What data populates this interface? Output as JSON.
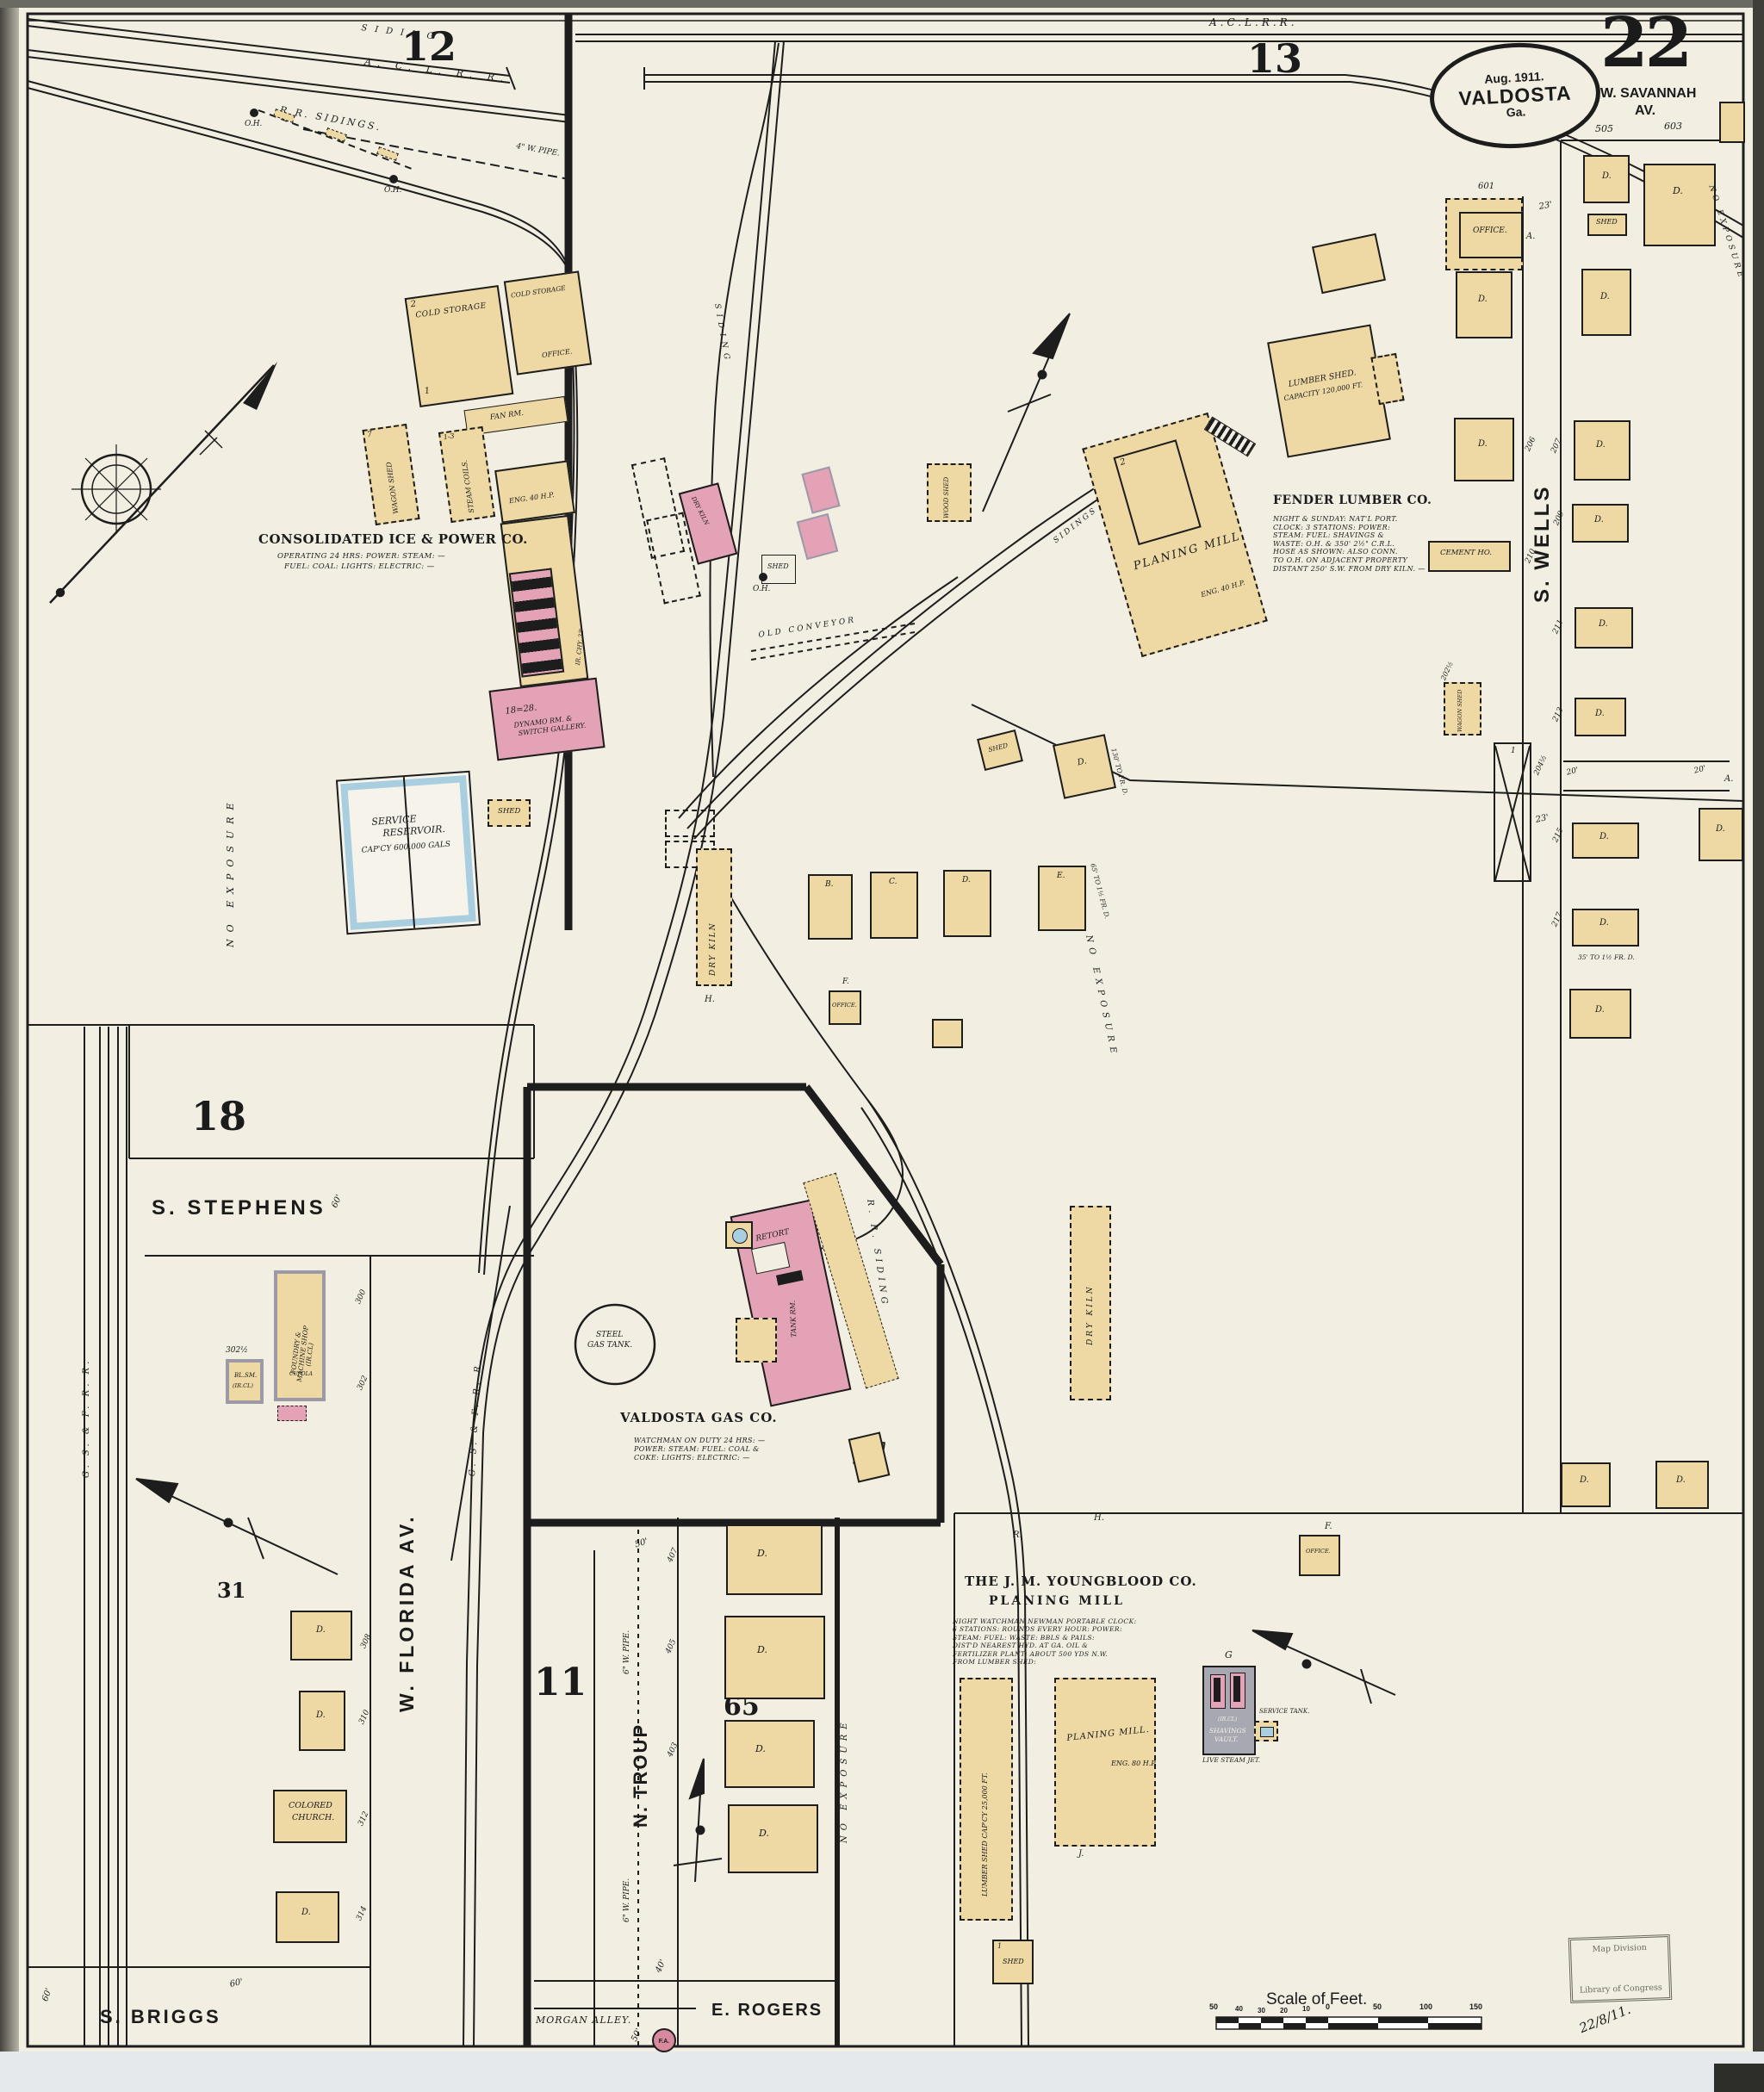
{
  "sheet": {
    "number": "22",
    "date": "Aug. 1911.",
    "city": "VALDOSTA",
    "state": "Ga."
  },
  "panels": {
    "p11": "11",
    "p12": "12",
    "p13": "13",
    "p18": "18",
    "p31": "31",
    "p65": "65"
  },
  "streets": {
    "wSavannah1": "W. SAVANNAH",
    "wSavannah2": "AV.",
    "sWells": "S. WELLS",
    "sStephens": "S. STEPHENS",
    "wFlorida": "W. FLORIDA  AV.",
    "nTroup": "N. TROUP",
    "sBriggs": "S. BRIGGS",
    "eRogers": "E. ROGERS",
    "morganAlley": "MORGAN ALLEY."
  },
  "railroads": {
    "aclTop": "A.C.L.R.R.",
    "aclLeft": "A. C. L. R. R.",
    "siding": "SIDING",
    "sidingsDiag": "S I D I N G S",
    "rrSidings": "R.R. SIDINGS.",
    "rrSiding": "R. R. SIDING",
    "gsf": "G. S. & F. R. R.",
    "oldConveyor": "OLD CONVEYOR"
  },
  "biz": {
    "ice": {
      "name": "CONSOLIDATED ICE & POWER CO.",
      "notes": [
        "OPERATING 24 HRS: POWER: STEAM: —",
        "FUEL: COAL: LIGHTS: ELECTRIC: —"
      ]
    },
    "fender": {
      "name": "FENDER LUMBER CO.",
      "notes": [
        "NIGHT & SUNDAY: NAT'L PORT.",
        "CLOCK: 3 STATIONS: POWER:",
        "STEAM: FUEL: SHAVINGS &",
        "WASTE: O.H. & 350' 2½\" C.R.L.",
        "HOSE AS SHOWN: ALSO CONN.",
        "TO O.H. ON ADJACENT PROPERTY",
        "DISTANT 250' S.W. FROM DRY KILN. —"
      ]
    },
    "gas": {
      "name": "VALDOSTA  GAS  CO.",
      "notes": [
        "WATCHMAN ON DUTY 24 HRS: —",
        "POWER: STEAM: FUEL: COAL &",
        "COKE: LIGHTS: ELECTRIC: —"
      ]
    },
    "youngblood": {
      "name1": "THE J. M. YOUNGBLOOD  CO.",
      "name2": "PLANING MILL",
      "notes": [
        "NIGHT WATCHMAN NEWMAN PORTABLE CLOCK:",
        "6 STATIONS: ROUNDS EVERY HOUR: POWER:",
        "STEAM: FUEL: WASTE: BBLS & PAILS:",
        "DIST'D NEAREST HYD. AT GA. OIL &",
        "FERTILIZER PLANT: ABOUT 500 YDS N.W.",
        "FROM LUMBER SHED:"
      ]
    }
  },
  "labels": {
    "coldStorage": "COLD STORAGE",
    "office": "OFFICE.",
    "fanRm": "FAN RM.",
    "wagonShed": "WAGON SHED",
    "steamCoils": "STEAM COILS.",
    "eng40": "ENG. 40 H.P.",
    "eng80": "ENG. 80 H.P.",
    "irChy": "IR. CHY. 33'",
    "dynamoNo": "18=28.",
    "dynamo1": "DYNAMO RM. &",
    "dynamo2": "SWITCH GALLERY.",
    "service1": "SERVICE",
    "service2": "RESERVOIR.",
    "serviceCap": "CAP'CY 600,000 GALS",
    "shed": "SHED",
    "d": "D.",
    "one": "1",
    "two": "2",
    "seven": "7",
    "oneThree": "1-3",
    "planingMill": "PLANING MILL.",
    "lumberShed1": "LUMBER SHED.",
    "lumberShed2": "CAPACITY 120,000 FT.",
    "lumberShed25": "LUMBER SHED CAP'CY 25,000 FT.",
    "cementHo": "CEMENT HO.",
    "dryKiln": "DRY KILN",
    "woodShed": "WOOD SHED",
    "steelTank1": "STEEL",
    "steelTank2": "GAS TANK.",
    "retort": "RETORT",
    "tankRm": "TANK RM.",
    "shavings1": "SHAVINGS",
    "shavings2": "VAULT.",
    "irCl": "(IR.CL)",
    "liveSteam": "LIVE STEAM JET.",
    "serviceTank": "SERVICE TANK.",
    "foundry1": "FOUNDRY &",
    "foundry2": "MACHINE SHOP",
    "cupola": "CUPOLA",
    "blSm": "BL.SM.",
    "church1": "COLORED",
    "church2": "CHURCH.",
    "noExposure": "NO EXPOSURE",
    "oh": "O.H.",
    "fa": "F.A.",
    "pipe4": "4\" W. PIPE.",
    "pipe6": "6\" W. PIPE.",
    "lettA": "A.",
    "lettB": "B.",
    "lettC": "C.",
    "lettD": "D.",
    "lettE": "E.",
    "lettF": "F.",
    "lettG": "G",
    "lettH": "H.",
    "lettJ": "J.",
    "lettR": "R."
  },
  "houseNumbers": {
    "n505": "505",
    "n603": "603",
    "n601": "601",
    "n206": "206",
    "n207": "207",
    "n209": "209",
    "n210": "210",
    "n211": "211",
    "n213": "213",
    "n215": "215",
    "n217": "217",
    "n2045": "204½",
    "n2025": "202½",
    "n300": "300",
    "n302": "302",
    "n3025": "302½",
    "n308": "308",
    "n310": "310",
    "n312": "312",
    "n314": "314",
    "n403": "403",
    "n405": "405",
    "n407": "407"
  },
  "dims": {
    "d23": "23'",
    "d20": "20'",
    "d50": "50'",
    "d40": "40'",
    "d60": "60'"
  },
  "distNotes": {
    "d65": "65' TO 1½ FR. D.",
    "d130": "130' TO FR. D.",
    "d35": "35' TO 1½ FR. D."
  },
  "scale": {
    "title": "Scale of Feet.",
    "t50a": "50",
    "t40": "40",
    "t30": "30",
    "t20": "20",
    "t10": "10",
    "t0": "0",
    "t50b": "50",
    "t100": "100",
    "t150": "150"
  },
  "stamp": {
    "line1": "Map Division",
    "line2": "Library of Congress"
  },
  "annotation": {
    "handwritten": "22/8/11."
  }
}
